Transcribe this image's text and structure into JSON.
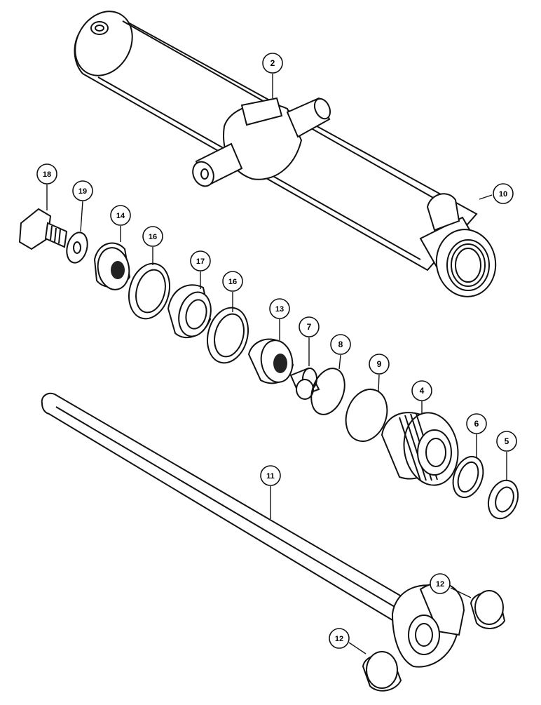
{
  "diagram": {
    "callouts": [
      {
        "id": "c2",
        "label": "2"
      },
      {
        "id": "c10",
        "label": "10"
      },
      {
        "id": "c18",
        "label": "18"
      },
      {
        "id": "c19",
        "label": "19"
      },
      {
        "id": "c14",
        "label": "14"
      },
      {
        "id": "c16a",
        "label": "16"
      },
      {
        "id": "c17",
        "label": "17"
      },
      {
        "id": "c16b",
        "label": "16"
      },
      {
        "id": "c13",
        "label": "13"
      },
      {
        "id": "c7",
        "label": "7"
      },
      {
        "id": "c8",
        "label": "8"
      },
      {
        "id": "c9",
        "label": "9"
      },
      {
        "id": "c4",
        "label": "4"
      },
      {
        "id": "c6",
        "label": "6"
      },
      {
        "id": "c5",
        "label": "5"
      },
      {
        "id": "c11",
        "label": "11"
      },
      {
        "id": "c12a",
        "label": "12"
      },
      {
        "id": "c12b",
        "label": "12"
      }
    ]
  }
}
